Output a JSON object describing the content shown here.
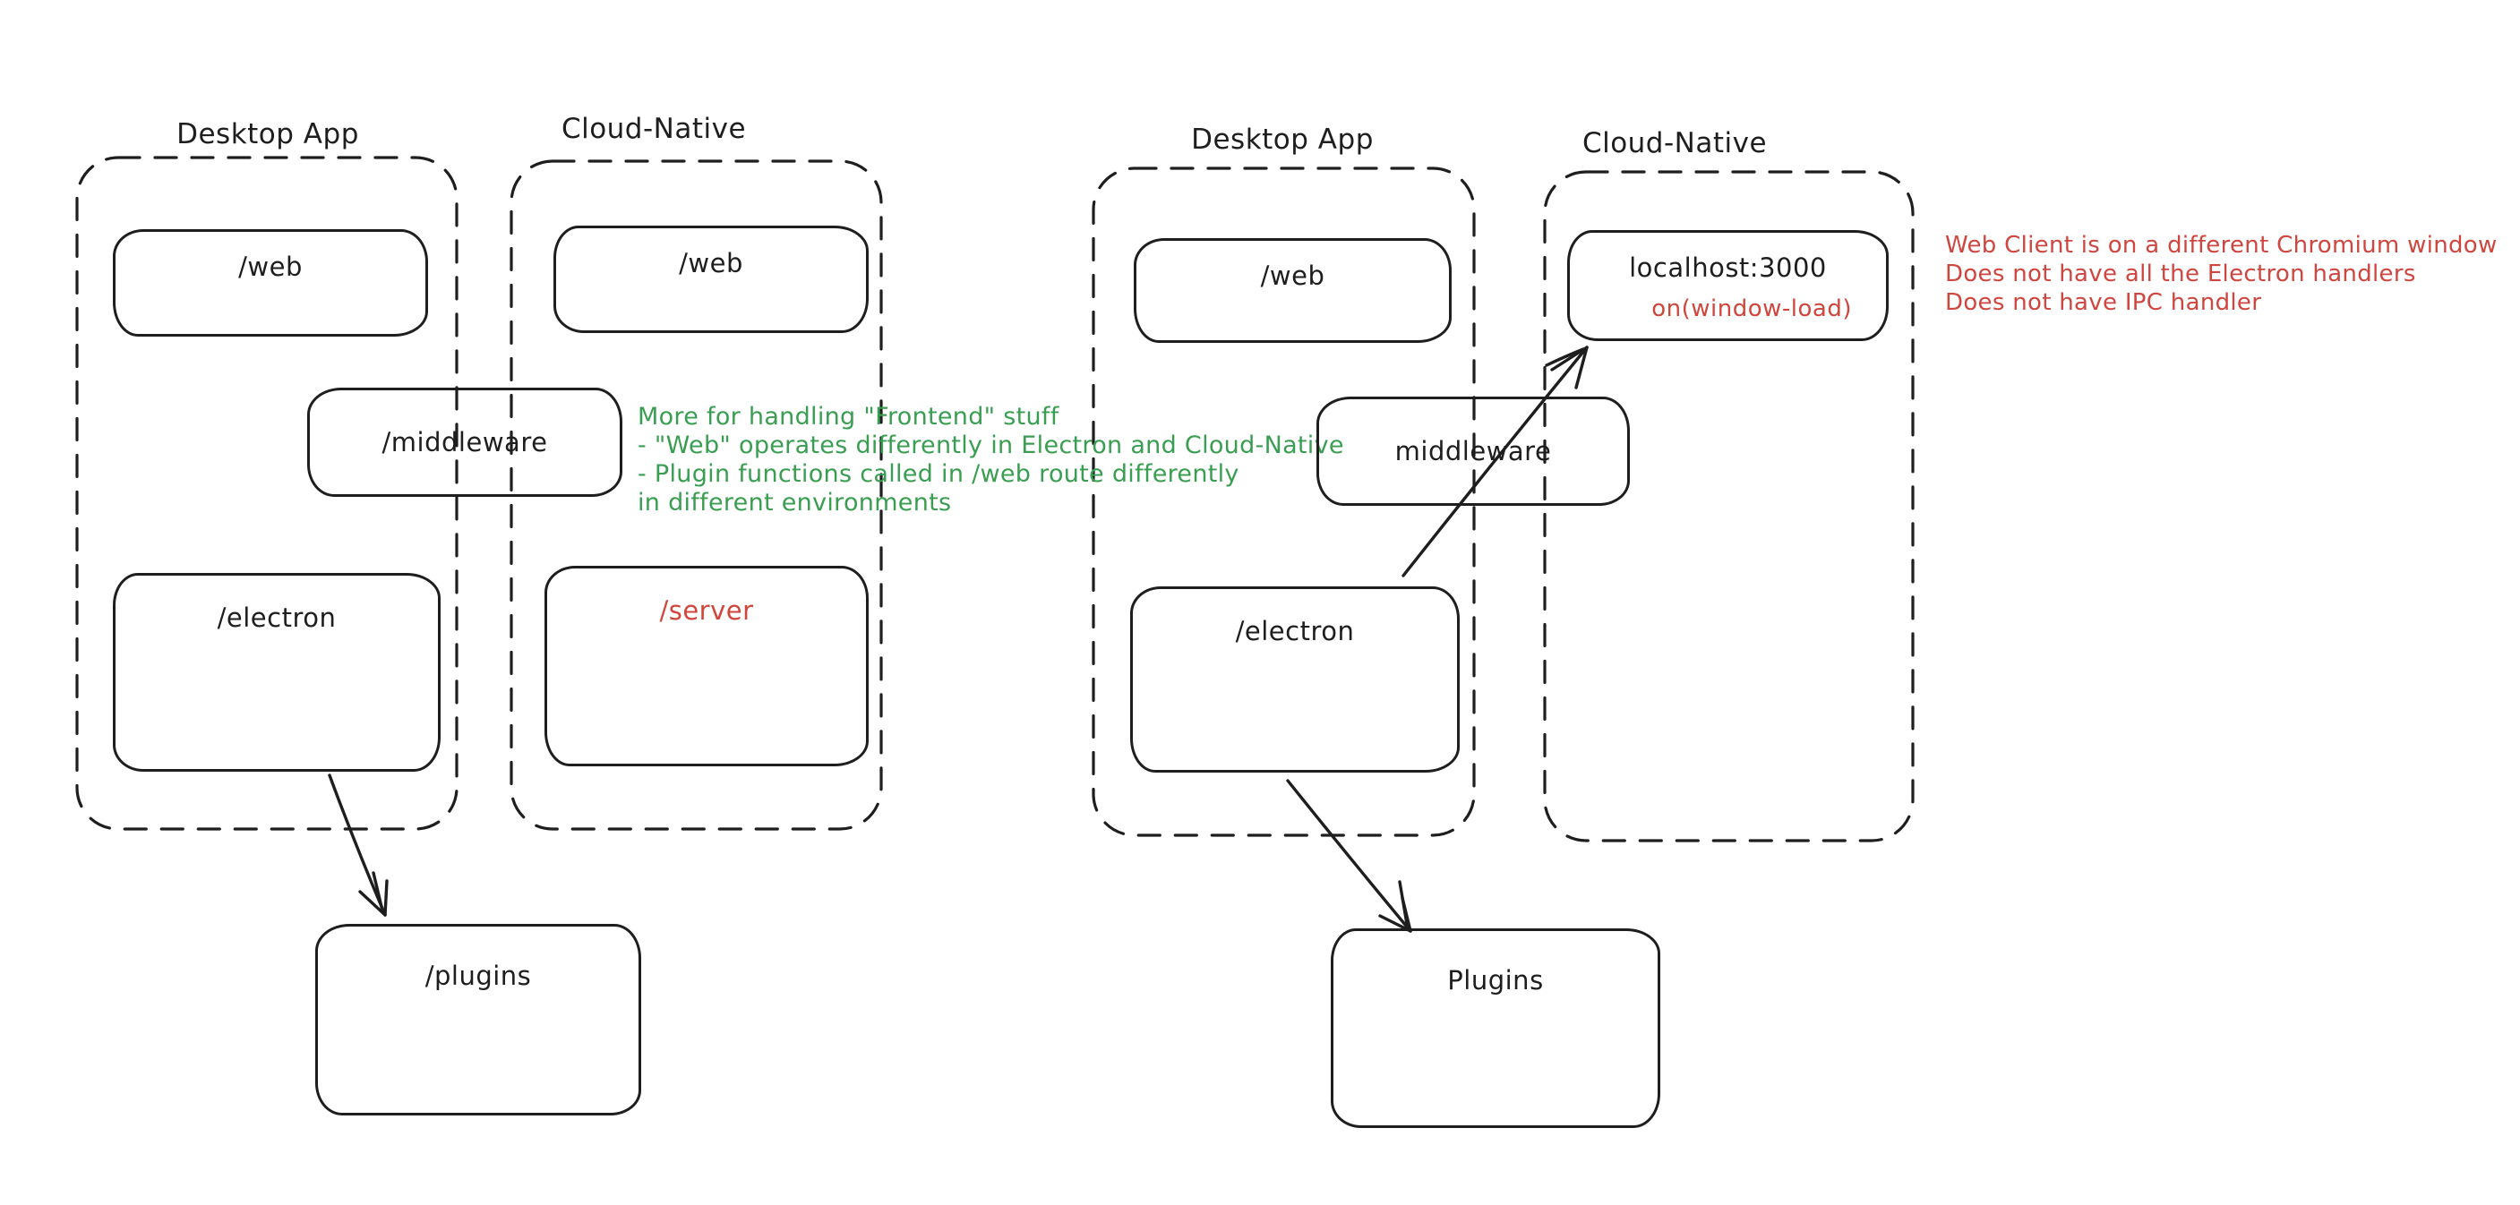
{
  "colors": {
    "stroke": "#1e1e1e",
    "green": "#3a9e52",
    "red": "#cf4640",
    "background": "#ffffff"
  },
  "left": {
    "desktop": {
      "title": "Desktop App",
      "web": "/web",
      "electron": "/electron"
    },
    "cloud": {
      "title": "Cloud-Native",
      "web": "/web",
      "server": "/server"
    },
    "middleware": "/middleware",
    "plugins": "/plugins",
    "green_note": [
      "More for handling \"Frontend\" stuff",
      "- \"Web\" operates differently in Electron and Cloud-Native",
      "- Plugin functions called in /web route differently",
      "in different environments"
    ]
  },
  "right": {
    "desktop": {
      "title": "Desktop App",
      "web": "/web",
      "electron": "/electron"
    },
    "cloud": {
      "title": "Cloud-Native",
      "localhost": "localhost:3000",
      "onload": "on(window-load)"
    },
    "middleware": "middleware",
    "plugins": "Plugins",
    "red_note": [
      "Web Client is on a different Chromium window",
      "Does not have all the Electron handlers",
      "Does not have IPC handler"
    ]
  }
}
